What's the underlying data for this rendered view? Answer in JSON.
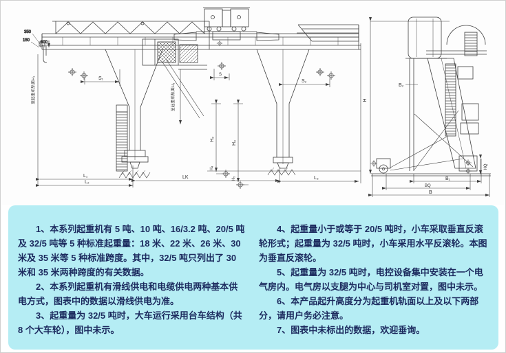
{
  "notes": {
    "left": [
      "1、本系列起重机有 5 吨、10 吨、16/3.2 吨、20/5 吨及 32/5 吨等 5 种标准起重量：18 米、22 米、26 米、30 米及 35 米等 5 种标准跨度。其中，32/5 吨只列出了 30 米和 35 米两种跨度的有关数据。",
      "2、本系列起重机有滑线供电和电缆供电两种基本供电方式，图表中的数据以滑线供电为准。",
      "3、起重量为 32/5 吨时，大车运行采用台车结构（共 8 个大车轮），图中未示。"
    ],
    "right": [
      "4、起重量小于或等于 20/5 吨时，小车采取垂直反滚轮形式；起重量为 32/5 吨时，小车采用水平反滚轮。本图为垂直反滚轮。",
      "5、起重量为 32/5 吨时，电控设备集中安装在一个电气房内。电气房以支腿为中心与司机室对置，图中未示。",
      "6、本产品起升高度分为起重机轨面以上及以下两部分，请用户务必注意。",
      "7、图表中未标出的数据，欢迎垂询。"
    ]
  },
  "drawing": {
    "front_view_dims": {
      "offset_350": "350",
      "offset_150": "150",
      "offset_600": "600",
      "s1": "S₁",
      "s": "S",
      "s2": "S₂",
      "h2": "H₂",
      "h3": "H₃",
      "h4": "H₄",
      "h5": "H₅",
      "l1": "L₁",
      "l2": "L₂",
      "lk": "LK",
      "l3": "L₃",
      "rail_note_left": "至起重机轨面H₁",
      "rail_note_mid": "至起重机轨面H₃"
    },
    "side_view_dims": {
      "h": "H",
      "b2": "B₂",
      "b1": "B₁",
      "bq": "BQ",
      "b": "B",
      "hq": "HQ"
    },
    "colors": {
      "panel_bg": "#b5edf4",
      "note_text": "#1c2a5e",
      "line": "#3f3f3f"
    }
  }
}
